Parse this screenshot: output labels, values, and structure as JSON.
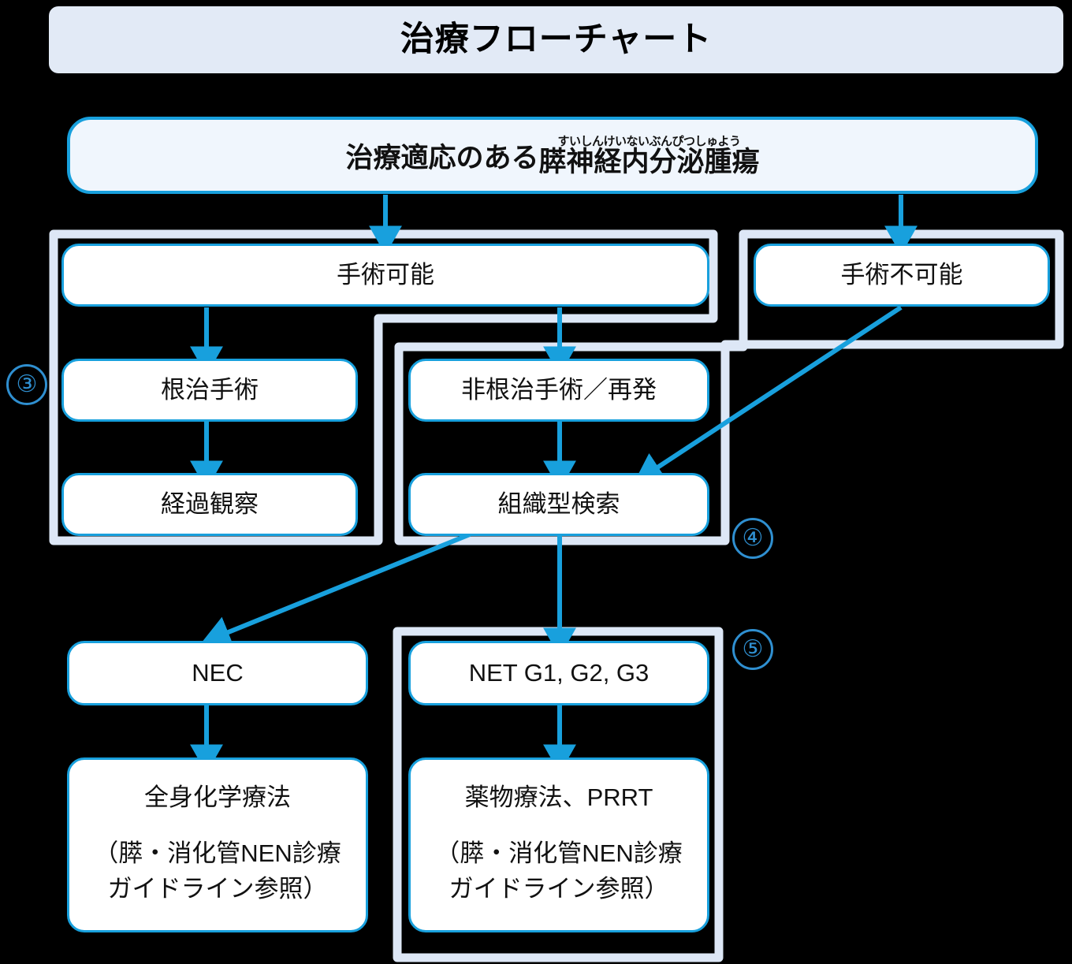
{
  "header": {
    "title": "治療フローチャート"
  },
  "colors": {
    "accent": "#18a0dd",
    "group_frame": "#dde7f6",
    "title_bar_bg": "#e2eaf6",
    "node_tint": "#f0f6fd",
    "marker": "#2f8fd0",
    "canvas_bg": "#000000"
  },
  "nodes": {
    "root": {
      "label_prefix": "治療適応のある",
      "ruby": "すいしんけいないぶんぴつしゅよう",
      "ruby_base": "膵神経内分泌腫瘍"
    },
    "operable": {
      "label": "手術可能"
    },
    "inoperable": {
      "label": "手術不可能"
    },
    "curative_surgery": {
      "label": "根治手術"
    },
    "followup": {
      "label": "経過観察"
    },
    "noncurative_or_recurrence": {
      "label": "非根治手術／再発"
    },
    "histology_search": {
      "label": "組織型検索"
    },
    "nec": {
      "label": "NEC"
    },
    "net": {
      "label": "NET G1, G2, G3"
    },
    "systemic_chemo": {
      "line1": "全身化学療法",
      "line2": "（膵・消化管NEN診療",
      "line3": "ガイドライン参照）"
    },
    "drug_prrt": {
      "line1": "薬物療法、PRRT",
      "line2": "（膵・消化管NEN診療",
      "line3": "ガイドライン参照）"
    }
  },
  "step_markers": {
    "three": "③",
    "four": "④",
    "five": "⑤"
  },
  "diagram_data": {
    "type": "flowchart",
    "title": "治療フローチャート",
    "nodes": [
      {
        "id": "root",
        "text": "治療適応のある膵神経内分泌腫瘍",
        "ruby": "すいしんけいないぶんぴつしゅよう"
      },
      {
        "id": "operable",
        "text": "手術可能",
        "group": "③"
      },
      {
        "id": "inoperable",
        "text": "手術不可能",
        "group": "④"
      },
      {
        "id": "curative_surgery",
        "text": "根治手術",
        "group": "③"
      },
      {
        "id": "followup",
        "text": "経過観察",
        "group": "③"
      },
      {
        "id": "noncurative_or_recurrence",
        "text": "非根治手術／再発",
        "group": "④"
      },
      {
        "id": "histology_search",
        "text": "組織型検索",
        "group": "④"
      },
      {
        "id": "nec",
        "text": "NEC"
      },
      {
        "id": "net",
        "text": "NET G1, G2, G3",
        "group": "⑤"
      },
      {
        "id": "systemic_chemo",
        "text": "全身化学療法（膵・消化管NEN診療ガイドライン参照）"
      },
      {
        "id": "drug_prrt",
        "text": "薬物療法、PRRT（膵・消化管NEN診療ガイドライン参照）",
        "group": "⑤"
      }
    ],
    "edges": [
      {
        "from": "root",
        "to": "operable"
      },
      {
        "from": "root",
        "to": "inoperable"
      },
      {
        "from": "operable",
        "to": "curative_surgery"
      },
      {
        "from": "operable",
        "to": "noncurative_or_recurrence"
      },
      {
        "from": "curative_surgery",
        "to": "followup"
      },
      {
        "from": "noncurative_or_recurrence",
        "to": "histology_search"
      },
      {
        "from": "inoperable",
        "to": "histology_search"
      },
      {
        "from": "histology_search",
        "to": "nec"
      },
      {
        "from": "histology_search",
        "to": "net"
      },
      {
        "from": "nec",
        "to": "systemic_chemo"
      },
      {
        "from": "net",
        "to": "drug_prrt"
      }
    ]
  }
}
